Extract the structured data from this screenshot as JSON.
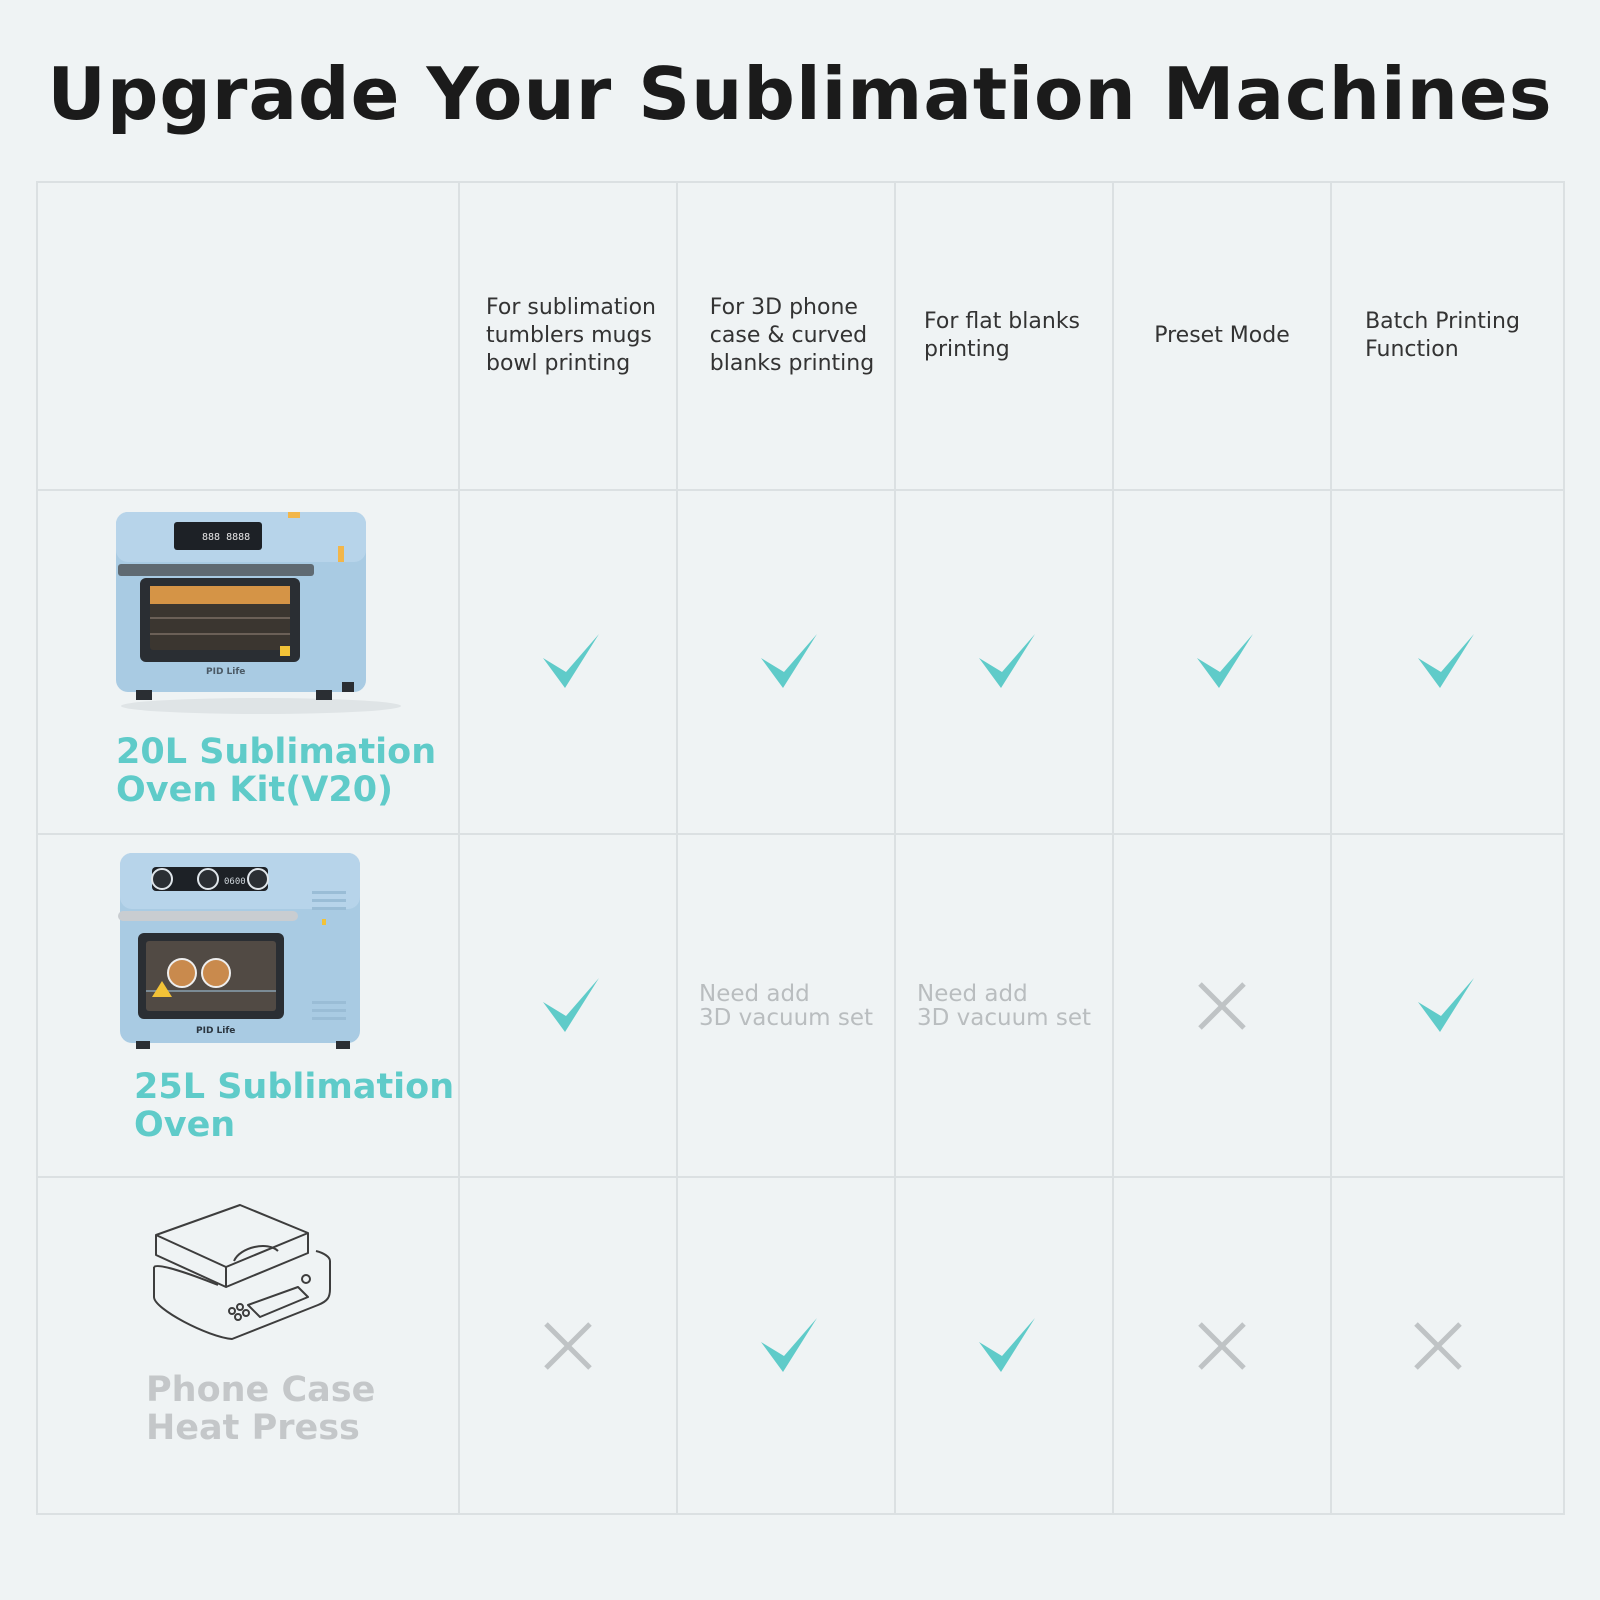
{
  "title": "Upgrade Your Sublimation Machines",
  "colors": {
    "accent": "#5fcbc9",
    "muted": "#bfc3c5",
    "text": "#333333",
    "background": "#eff3f4"
  },
  "columns": [
    "For sublimation\ntumblers mugs\nbowl printing",
    "For 3D phone\ncase & curved\nblanks printing",
    "For flat blanks\nprinting",
    "Preset Mode",
    "Batch Printing\nFunction"
  ],
  "rows": [
    {
      "name": "20L Sublimation\nOven Kit(V20)",
      "image_icon": "oven-20l-illustration",
      "image_labels": {
        "brand": "PID Life",
        "display": "888 8888"
      },
      "cells": [
        {
          "status": "check"
        },
        {
          "status": "check"
        },
        {
          "status": "check"
        },
        {
          "status": "check"
        },
        {
          "status": "check"
        }
      ]
    },
    {
      "name": "25L Sublimation\nOven",
      "image_icon": "oven-25l-illustration",
      "image_labels": {
        "brand": "PID Life",
        "display": "0600"
      },
      "cells": [
        {
          "status": "check"
        },
        {
          "status": "note",
          "text": "Need add\n3D vacuum set"
        },
        {
          "status": "note",
          "text": "Need add\n3D vacuum set"
        },
        {
          "status": "cross"
        },
        {
          "status": "check"
        }
      ]
    },
    {
      "name": "Phone Case\nHeat Press",
      "image_icon": "heat-press-line-drawing",
      "cells": [
        {
          "status": "cross"
        },
        {
          "status": "check"
        },
        {
          "status": "check"
        },
        {
          "status": "cross"
        },
        {
          "status": "cross"
        }
      ]
    }
  ]
}
